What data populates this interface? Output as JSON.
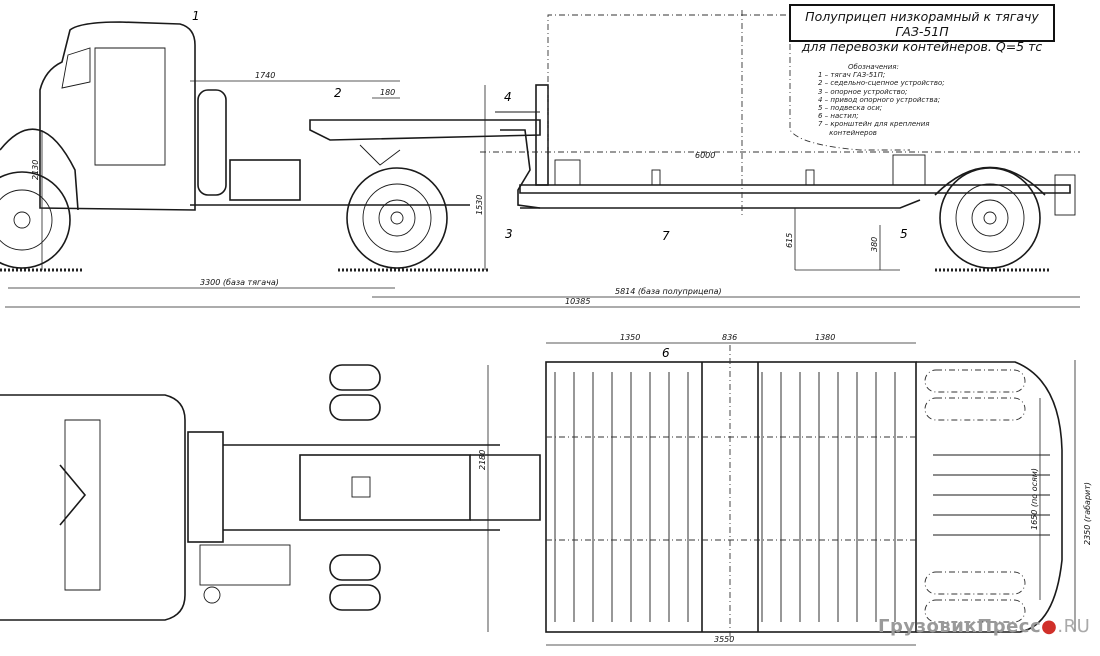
{
  "title": {
    "line1": "Полуприцеп низкорамный к тягачу ГАЗ-51П",
    "line2": "для перевозки контейнеров.  Q=5 тс"
  },
  "legend": {
    "heading": "Обозначения:",
    "items": [
      "1 – тягач ГАЗ-51П;",
      "2 – седельно-сцепное устройство;",
      "3 – опорное устройство;",
      "4 – привод опорного устройства;",
      "5 – подвеска оси;",
      "6 – настил;",
      "7 – кронштейн для крепления",
      "     контейнеров"
    ]
  },
  "callouts": [
    "1",
    "2",
    "3",
    "4",
    "5",
    "6",
    "7"
  ],
  "dimensions": {
    "side": {
      "cab_height": "2130",
      "fifth_wheel_offset": "1740",
      "coupling": "180",
      "frame_height": "1530",
      "tractor_wheelbase": "3300 (база тягача)",
      "trailer_wheelbase": "5814 (база полуприцепа)",
      "overall_length": "10385",
      "container_height": "6000",
      "deck_height": "615",
      "axle_clearance": "380"
    },
    "plan": {
      "section_left": "1350",
      "gap": "836",
      "section_right": "1380",
      "platform_length": "3550",
      "gooseneck_width": "2180",
      "track": "1650 (по осям)",
      "overall_width": "2350 (габарит)"
    }
  },
  "watermark": {
    "name": "ГрузовикПресс",
    "dot": "●",
    "tld": ".RU"
  }
}
